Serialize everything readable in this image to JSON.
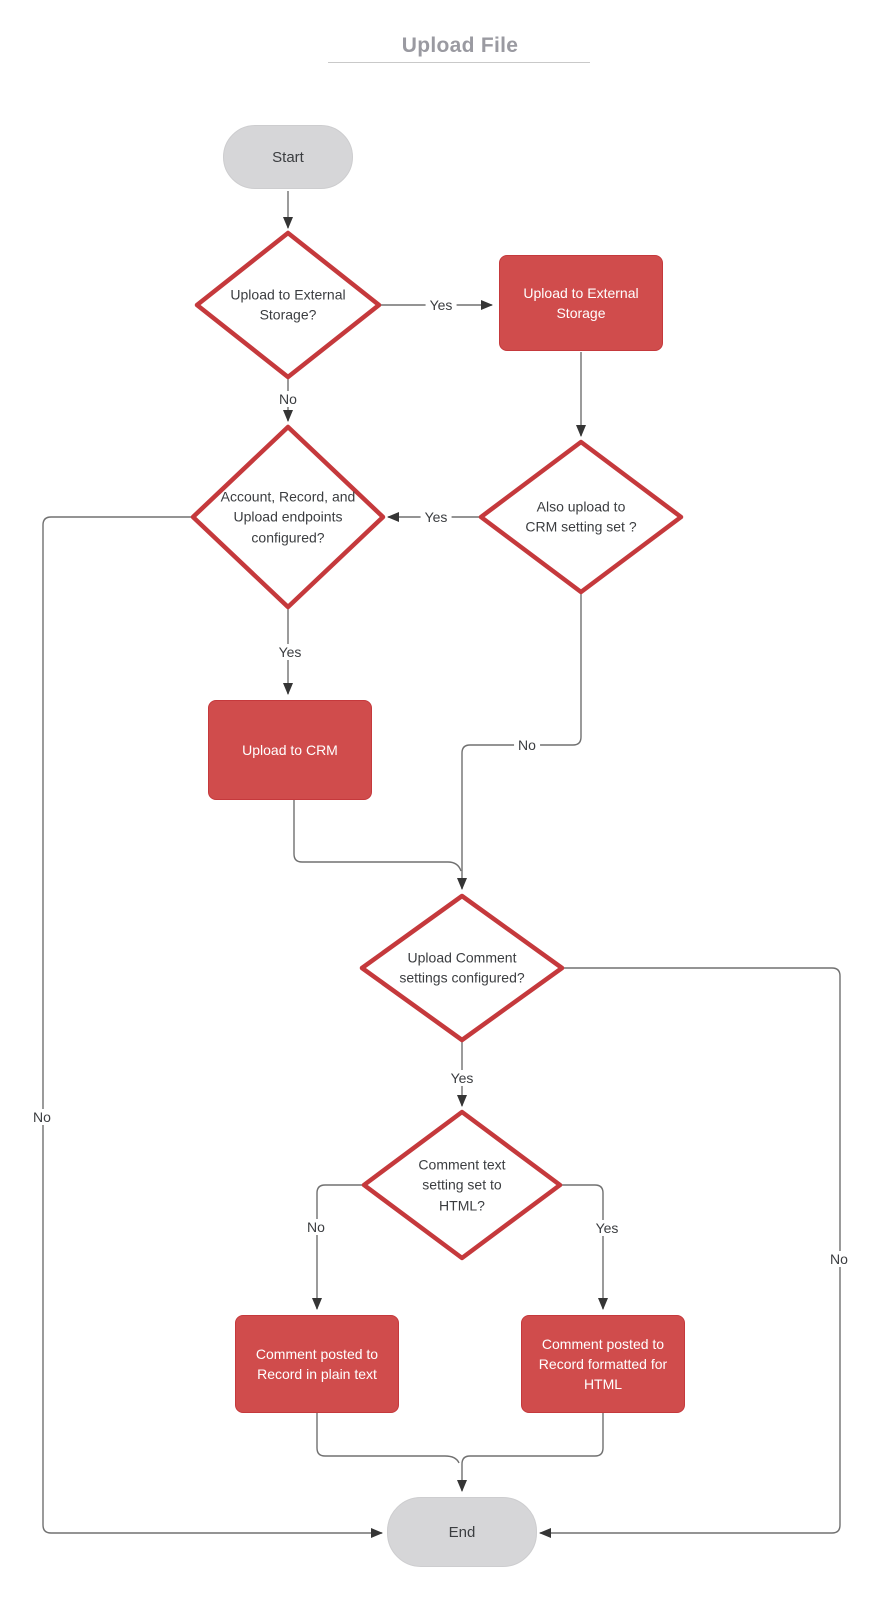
{
  "title": {
    "text": "Upload File"
  },
  "nodes": {
    "start": {
      "type": "terminator",
      "label": "Start"
    },
    "d1": {
      "type": "decision",
      "label": "Upload to External Storage?"
    },
    "p1": {
      "type": "process",
      "label": "Upload to External Storage"
    },
    "d2": {
      "type": "decision",
      "label": "Also upload to CRM setting set ?"
    },
    "d3": {
      "type": "decision",
      "label": "Account, Record, and Upload endpoints configured?"
    },
    "p2": {
      "type": "process",
      "label": "Upload to CRM"
    },
    "d4": {
      "type": "decision",
      "label": "Upload Comment settings configured?"
    },
    "d5": {
      "type": "decision",
      "label": "Comment text setting set to HTML?"
    },
    "p3": {
      "type": "process",
      "label": "Comment posted to Record in plain text"
    },
    "p4": {
      "type": "process",
      "label": "Comment posted to Record formatted for HTML"
    },
    "end": {
      "type": "terminator",
      "label": "End"
    }
  },
  "edges": [
    {
      "from": "start",
      "to": "d1",
      "label": ""
    },
    {
      "from": "d1",
      "to": "p1",
      "label": "Yes"
    },
    {
      "from": "d1",
      "to": "d3",
      "label": "No"
    },
    {
      "from": "p1",
      "to": "d2",
      "label": ""
    },
    {
      "from": "d2",
      "to": "d3",
      "label": "Yes"
    },
    {
      "from": "d2",
      "to": "d4",
      "label": "No"
    },
    {
      "from": "d3",
      "to": "p2",
      "label": "Yes"
    },
    {
      "from": "d3",
      "to": "end",
      "label": "No"
    },
    {
      "from": "p2",
      "to": "d4",
      "label": ""
    },
    {
      "from": "d4",
      "to": "d5",
      "label": "Yes"
    },
    {
      "from": "d4",
      "to": "end",
      "label": "No"
    },
    {
      "from": "d5",
      "to": "p3",
      "label": "No"
    },
    {
      "from": "d5",
      "to": "p4",
      "label": "Yes"
    },
    {
      "from": "p3",
      "to": "end",
      "label": ""
    },
    {
      "from": "p4",
      "to": "end",
      "label": ""
    }
  ],
  "colors": {
    "shape_red": "#c5393c",
    "shape_red_fill": "#d04c4c",
    "pill_gray": "#d6d6d8",
    "line_gray": "#707070",
    "title_gray": "#9a9aa1",
    "dark_text": "#3b3d40"
  }
}
